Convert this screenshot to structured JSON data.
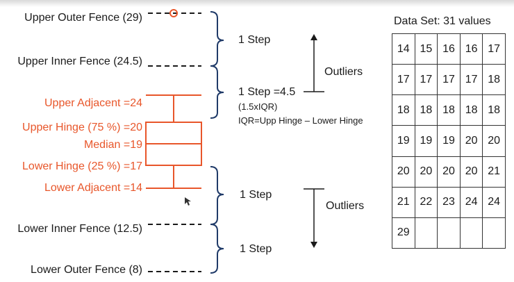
{
  "labels": {
    "upper_outer_fence": "Upper Outer Fence (29)",
    "upper_inner_fence": "Upper Inner Fence (24.5)",
    "upper_adjacent": "Upper Adjacent =24",
    "upper_hinge": "Upper Hinge (75 %) =20",
    "median": "Median =19",
    "lower_hinge": "Lower Hinge (25 %) =17",
    "lower_adjacent": "Lower Adjacent =14",
    "lower_inner_fence": "Lower Inner Fence (12.5)",
    "lower_outer_fence": "Lower Outer Fence (8)"
  },
  "annotations": {
    "step_top": "1 Step",
    "step_mid": "1 Step =4.5",
    "iqr_factor": "(1.5xIQR)",
    "iqr_definition": "IQR=Upp Hinge – Lower Hinge",
    "step_lower1": "1 Step",
    "step_lower2": "1 Step",
    "outliers_top": "Outliers",
    "outliers_bottom": "Outliers"
  },
  "dataset": {
    "title": "Data Set: 31 values",
    "rows": [
      [
        "14",
        "15",
        "16",
        "16",
        "17"
      ],
      [
        "17",
        "17",
        "17",
        "17",
        "18"
      ],
      [
        "18",
        "18",
        "18",
        "18",
        "18"
      ],
      [
        "19",
        "19",
        "19",
        "20",
        "20"
      ],
      [
        "20",
        "20",
        "20",
        "20",
        "21"
      ],
      [
        "21",
        "22",
        "23",
        "24",
        "24"
      ],
      [
        "29",
        "",
        "",
        "",
        ""
      ]
    ]
  },
  "colors": {
    "boxplot": "#e8562a",
    "text": "#1a1a1a",
    "dashes": "#1a1a1a",
    "brace": "#1f3a68"
  }
}
